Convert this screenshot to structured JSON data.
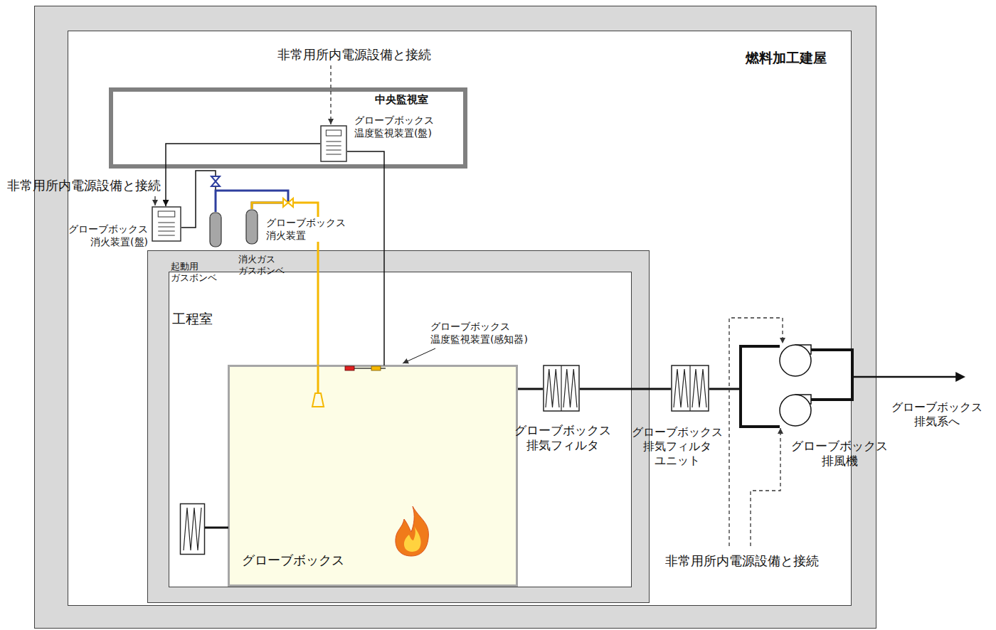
{
  "diagram": {
    "nodes": [
      {
        "text": [
          "燃料加工建屋"
        ]
      },
      {
        "text": [
          "中央監視室"
        ],
        "in": 0
      },
      {
        "text": [
          "グローブボックス 温度監視装置(盤)"
        ],
        "in": 1
      },
      {
        "text": [
          "グローブボックス 消火装置(盤)"
        ],
        "in": 0
      },
      {
        "text": [
          "起動用 ガスボンベ"
        ],
        "in": 0
      },
      {
        "text": [
          "消火ガス ガスボンベ"
        ],
        "in": 0
      },
      {
        "text": [
          "工程室"
        ],
        "in": 0
      },
      {
        "text": [
          "グローブボックス"
        ],
        "in": 6
      },
      {
        "text": [
          "グローブボックス 温度監視装置(感知器)"
        ],
        "in": 7
      },
      {
        "text": [
          "グローブボックス 排気フィルタ"
        ],
        "in": 6
      },
      {
        "text": [
          "グローブボックス 排気フィルタ ユニット"
        ],
        "in": 0
      },
      {
        "text": [
          "グローブボックス 排風機"
        ],
        "in": 0
      }
    ],
    "edges": [
      {
        "from": 2,
        "to": 3,
        "arrow": "to"
      },
      {
        "from": 3,
        "to": 4,
        "arrow": "none"
      },
      {
        "from": 4,
        "to": 5,
        "arrow": "none"
      },
      {
        "from": 5,
        "to": 7,
        "arrow": "none"
      },
      {
        "from": 2,
        "to": 8,
        "arrow": "none"
      },
      {
        "from": 7,
        "to": 9,
        "arrow": "none"
      },
      {
        "from": 9,
        "to": 10,
        "arrow": "none"
      },
      {
        "from": 10,
        "to": 11,
        "arrow": "none"
      }
    ],
    "labels": [
      "非常用所内電源設備と接続",
      "非常用所内電源設備と接続",
      "グローブボックス 消火装置",
      "非常用所内電源設備と接続",
      "グローブボックス 排気系へ"
    ]
  }
}
